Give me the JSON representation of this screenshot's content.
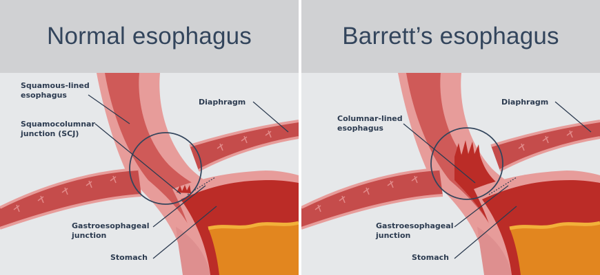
{
  "panels": [
    {
      "title": "Normal esophagus",
      "labels": {
        "squamous": "Squamous-lined\nesophagus",
        "scj": "Squamocolumnar\njunction (SCJ)",
        "diaphragm": "Diaphragm",
        "gej": "Gastroesophageal\njunction",
        "stomach": "Stomach"
      }
    },
    {
      "title": "Barrett’s esophagus",
      "labels": {
        "columnar": "Columnar-lined\nesophagus",
        "diaphragm": "Diaphragm",
        "gej": "Gastroesophageal\njunction",
        "stomach": "Stomach"
      }
    }
  ],
  "colors": {
    "title_text": "#33455c",
    "label_text": "#2c3b50",
    "header_bg": "#d0d1d3",
    "background": "#e6e8ea",
    "esophagus_outer": "#e79c9a",
    "esophagus_lumen": "#cf5a58",
    "stomach_lining": "#bb2c27",
    "stomach_fat": "#e2861f",
    "diaphragm_muscle": "#c54c4b"
  }
}
